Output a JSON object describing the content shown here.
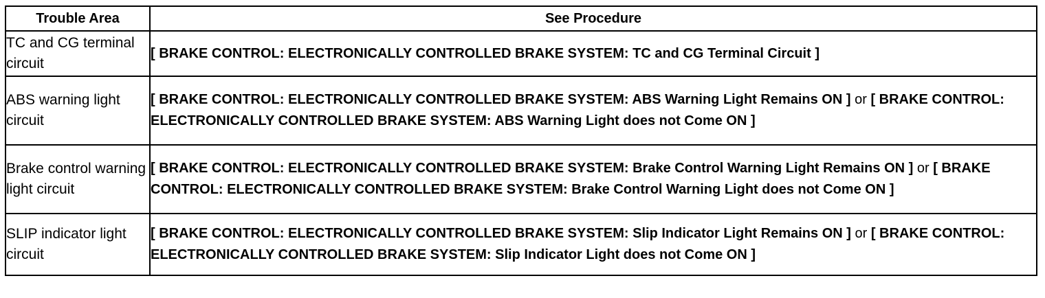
{
  "table": {
    "headers": {
      "col1": "Trouble Area",
      "col2": "See Procedure"
    },
    "connector": "or",
    "rows": [
      {
        "area": "TC and CG terminal circuit",
        "ref1": "[ BRAKE CONTROL: ELECTRONICALLY CONTROLLED BRAKE SYSTEM: TC and CG Terminal Circuit ]",
        "ref2": ""
      },
      {
        "area": "ABS warning light circuit",
        "ref1": "[ BRAKE CONTROL: ELECTRONICALLY CONTROLLED BRAKE SYSTEM: ABS Warning Light Remains ON ]",
        "ref2": "[ BRAKE CONTROL: ELECTRONICALLY CONTROLLED BRAKE SYSTEM: ABS Warning Light does not Come ON ]"
      },
      {
        "area": "Brake control warning light circuit",
        "ref1": "[ BRAKE CONTROL: ELECTRONICALLY CONTROLLED BRAKE SYSTEM: Brake Control Warning Light Remains ON ]",
        "ref2": "[ BRAKE CONTROL: ELECTRONICALLY CONTROLLED BRAKE SYSTEM: Brake Control Warning Light does not Come ON ]"
      },
      {
        "area": "SLIP indicator light circuit",
        "ref1": "[ BRAKE CONTROL: ELECTRONICALLY CONTROLLED BRAKE SYSTEM: Slip Indicator Light Remains ON ]",
        "ref2": "[ BRAKE CONTROL: ELECTRONICALLY CONTROLLED BRAKE SYSTEM: Slip Indicator Light does not Come ON ]"
      }
    ]
  }
}
